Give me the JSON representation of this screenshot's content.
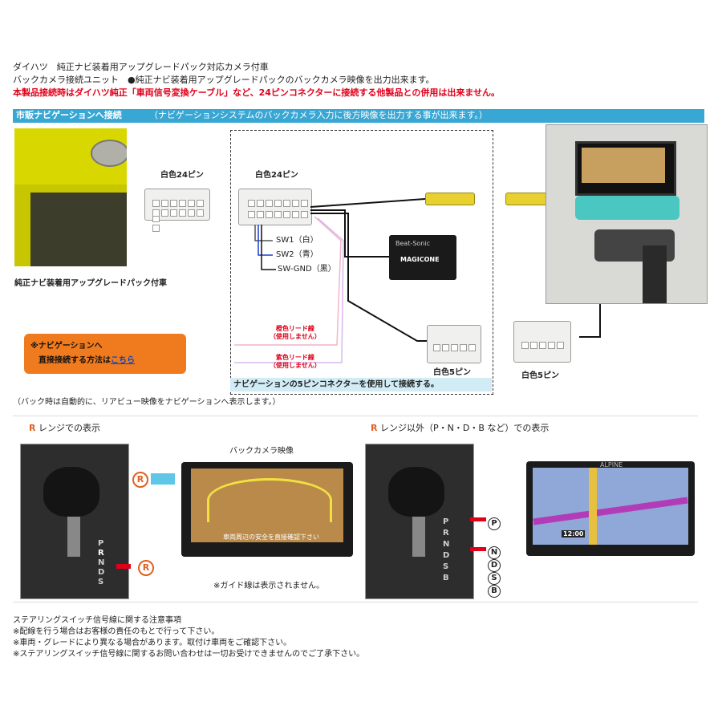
{
  "header": {
    "line1": "ダイハツ　純正ナビ装着用アップグレードパック対応カメラ付車",
    "line2": "バックカメラ接続ユニット　●純正ナビ装着用アップグレードパックのバックカメラ映像を出力出来ます。",
    "warning": "本製品接続時はダイハツ純正「車両信号変換ケーブル」など、24ピンコネクターに接続する他製品との併用は出来ません。"
  },
  "section1": {
    "band_title": "市販ナビゲーションへ接続",
    "band_note": "（ナビゲーションシステムのバックカメラ入力に後方映像を出力する事が出来ます。）"
  },
  "diagram": {
    "car_label": "純正ナビ装着用アップグレードパック付車",
    "conn_white24_left": "白色24ピン",
    "conn_white24_right": "白色24ピン",
    "sw1": "SW1（白）",
    "sw2": "SW2（青）",
    "swgnd": "SW-GND（黒）",
    "lead1_title": "橙色リード線",
    "lead1_note": "（使用しません）",
    "lead2_title": "紫色リード線",
    "lead2_note": "（使用しません）",
    "box_logo": "MAGICONE",
    "box_maker": "Beat-Sonic",
    "conn_white5_inner": "白色5ピン",
    "conn_white5_outer": "白色5ピン",
    "dashed_caption": "ナビゲーションの5ピンコネクターを使用して接続する。",
    "direct_line1": "※ナビゲーションへ",
    "direct_line2": "直接接続する方法は",
    "direct_link": "こちら",
    "auto_note": "（バック時は自動的に、リアビュー映像をナビゲーションへ表示します。）"
  },
  "section2": {
    "left_title_r": "R",
    "left_title": "レンジでの表示",
    "left_callout": "R",
    "left_callout2": "R",
    "backcam_label": "バックカメラ映像",
    "screen_banner": "車両周辺の安全を直接確認下さい",
    "guide_note": "※ガイド線は表示されません。",
    "right_title_r": "R",
    "right_title": "レンジ以外（P・N・D・B など）での表示",
    "gears_left": [
      "P",
      "R",
      "N",
      "D",
      "S"
    ],
    "gears_right": [
      "P",
      "R",
      "N",
      "D",
      "S",
      "B"
    ],
    "gear_circles": [
      "P",
      "N",
      "D",
      "S",
      "B"
    ],
    "map_time": "12:00",
    "map_brand": "ALPINE"
  },
  "footer": {
    "title": "ステアリングスイッチ信号線に関する注意事項",
    "lines": [
      "※配線を行う場合はお客様の責任のもとで行って下さい。",
      "※車両・グレードにより異なる場合があります。取付け車両をご確認下さい。",
      "※ステアリングスイッチ信号線に関するお問い合わせは一切お受けできませんのでご了承下さい。"
    ]
  }
}
